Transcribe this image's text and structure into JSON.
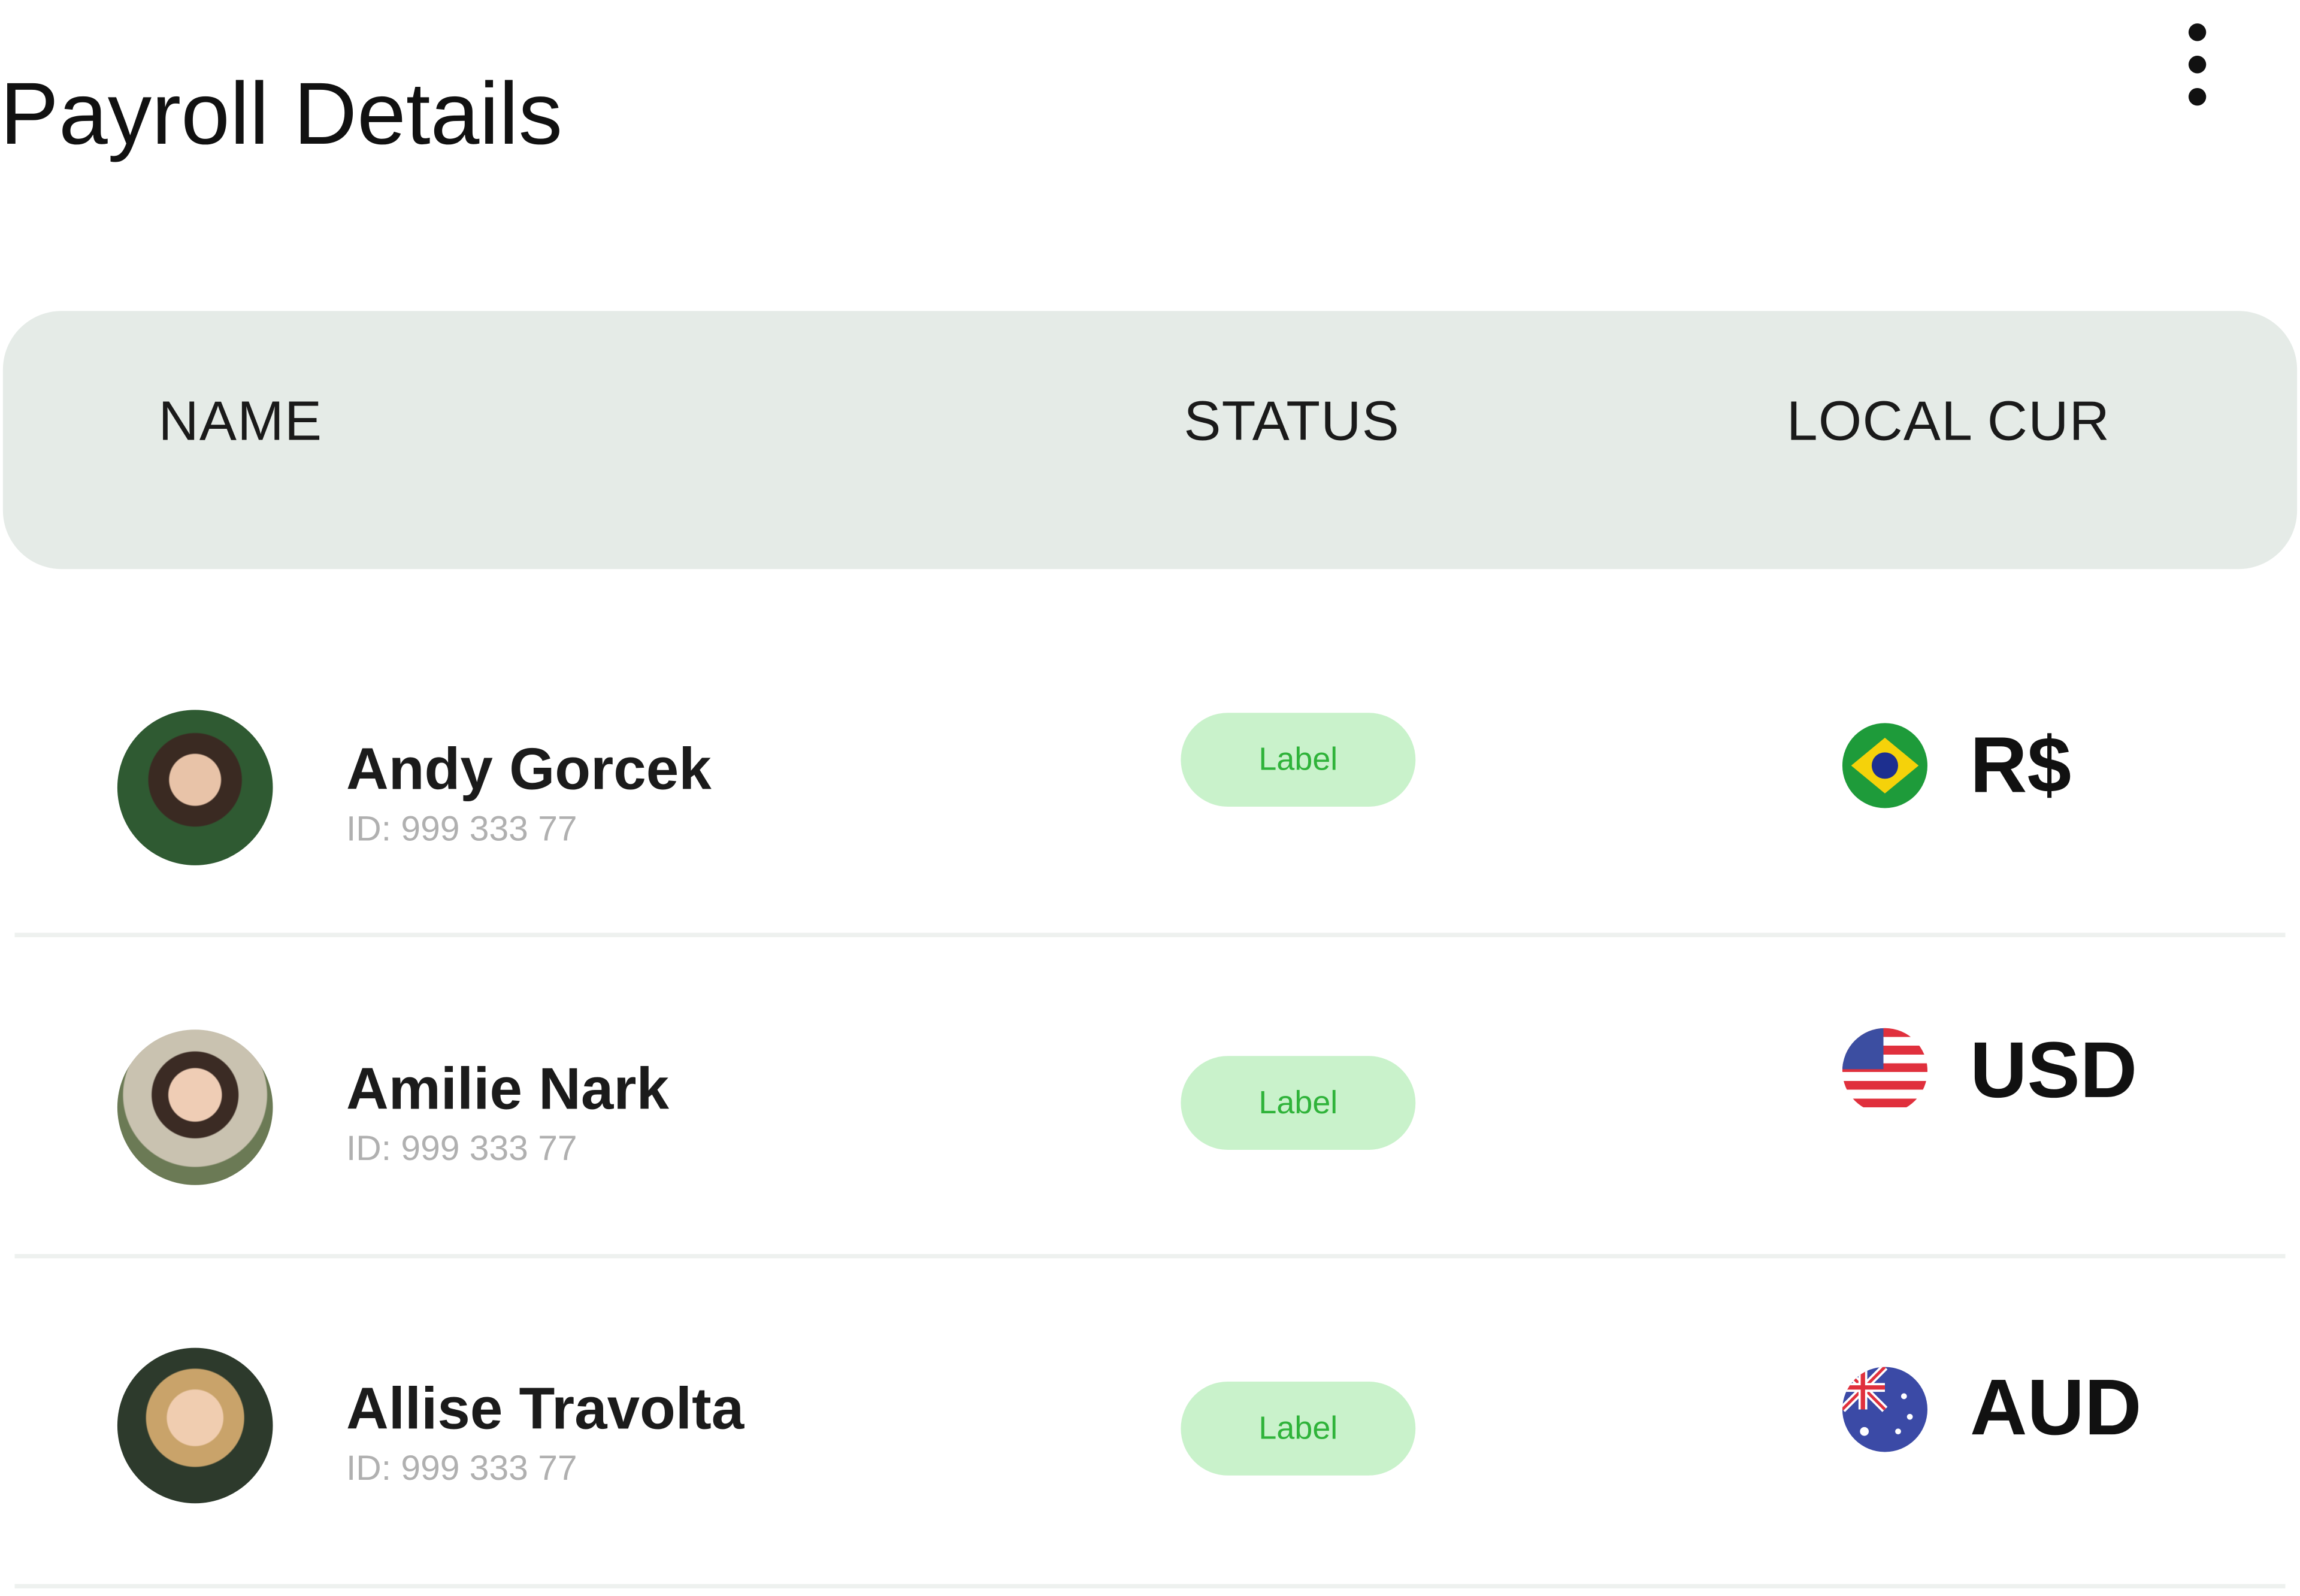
{
  "title": "Payroll Details",
  "menu_icon": "more-vertical-icon",
  "columns": [
    "NAME",
    "STATUS",
    "LOCAL CUR"
  ],
  "rows": [
    {
      "name": "Andy Gorcek",
      "id": "ID: 999 333 77",
      "status": "Label",
      "currency": "R$",
      "flag": "brazil-flag-icon"
    },
    {
      "name": "Amilie Nark",
      "id": "ID: 999 333 77",
      "status": "Label",
      "currency": "USD",
      "flag": "usa-flag-icon"
    },
    {
      "name": "Allise Travolta",
      "id": "ID: 999 333 77",
      "status": "Label",
      "currency": "AUD",
      "flag": "australia-flag-icon"
    }
  ],
  "colors": {
    "header_bg": "#e5ebe7",
    "pill_bg": "#c9f2cb",
    "pill_text": "#2fb33a"
  }
}
